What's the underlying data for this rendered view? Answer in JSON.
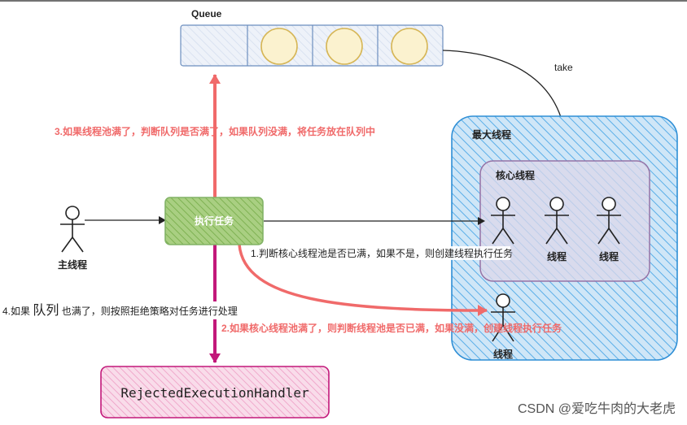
{
  "queue": {
    "title": "Queue",
    "slots": [
      {
        "state": "empty"
      },
      {
        "state": "filled"
      },
      {
        "state": "filled"
      },
      {
        "state": "filled"
      }
    ]
  },
  "labels": {
    "take": "take",
    "max_threads": "最大线程",
    "core_threads": "核心线程",
    "main_thread": "主线程",
    "execute_task": "执行任务",
    "thread": "线程",
    "handler": "RejectedExecutionHandler",
    "watermark": "CSDN @爱吃牛肉的大老虎"
  },
  "steps": {
    "step1": "1.判断核心线程池是否已满，如果不是，则创建线程执行任务",
    "step2": "2.如果核心线程池满了，则判断线程池是否已满，如果没满，创建线程执行任务",
    "step3": "3.如果线程池满了，判断队列是否满了，如果队列没满，将任务放在队列中",
    "step4_pre": "4.如果",
    "step4_mid": "队列",
    "step4_post": "也满了，则按照拒绝策略对任务进行处理"
  },
  "colors": {
    "red": "#f06a6a",
    "magenta": "#c2187a",
    "green": "#82b366",
    "blue": "#2f8fd6",
    "purple": "#9673a6"
  }
}
